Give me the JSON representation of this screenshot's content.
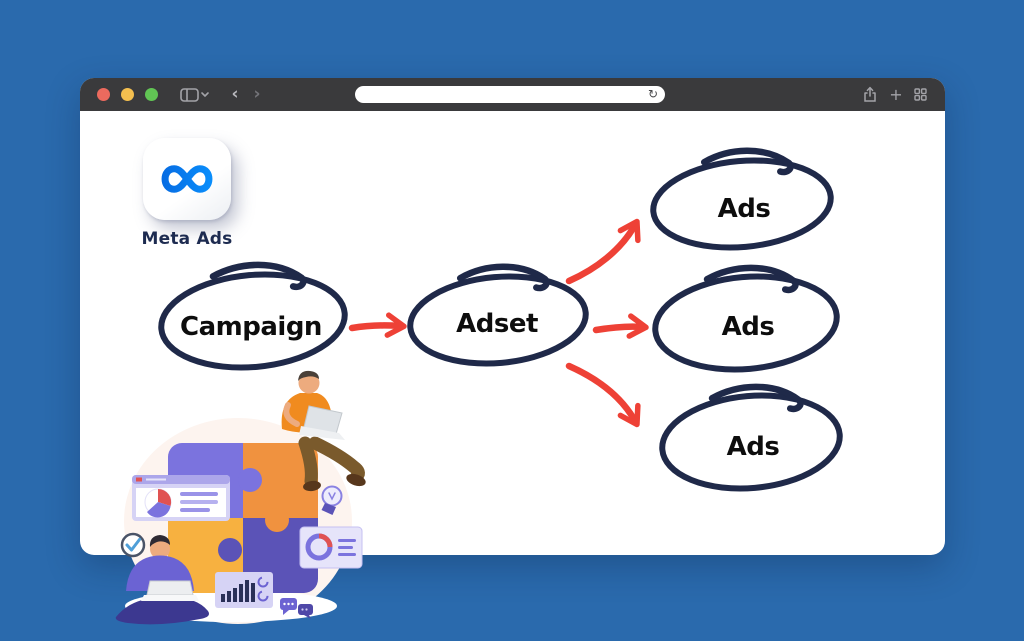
{
  "colors": {
    "page_background": "#2a6aad",
    "window_background": "#ffffff",
    "chrome_background": "#3a3a3c",
    "traffic_red": "#ec6a5e",
    "traffic_yellow": "#f4bf4f",
    "traffic_green": "#61c554",
    "oval_navy": "#1f2949",
    "arrow_red": "#ee4136",
    "meta_blue_start": "#0667df",
    "meta_blue_end": "#0a93ff",
    "logo_label_navy": "#1d2b50",
    "node_text_black": "#0d0d0d",
    "puzzle_purple": "#7b73de",
    "puzzle_orange": "#f0923f",
    "puzzle_yellow": "#f7b140",
    "puzzle_indigo": "#5b53b7"
  },
  "browser": {
    "traffic_lights": [
      {
        "name": "close"
      },
      {
        "name": "minimize"
      },
      {
        "name": "zoom"
      }
    ],
    "nav": {
      "back_glyph": "‹",
      "forward_glyph": "›"
    },
    "url_bar": {
      "value": "",
      "reload_glyph": "↻"
    },
    "actions": {
      "new_tab_glyph": "+"
    },
    "icons": [
      "sidebar-icon",
      "share-icon",
      "plus-icon",
      "tab-overview-grid-icon",
      "reload-icon",
      "meta-infinity-icon"
    ]
  },
  "logo": {
    "label": "Meta Ads"
  },
  "diagram": {
    "nodes": [
      {
        "id": "campaign",
        "label": "Campaign"
      },
      {
        "id": "adset",
        "label": "Adset"
      },
      {
        "id": "ads-1",
        "label": "Ads"
      },
      {
        "id": "ads-2",
        "label": "Ads"
      },
      {
        "id": "ads-3",
        "label": "Ads"
      }
    ],
    "edges": [
      {
        "from": "campaign",
        "to": "adset"
      },
      {
        "from": "adset",
        "to": "ads-1"
      },
      {
        "from": "adset",
        "to": "ads-2"
      },
      {
        "from": "adset",
        "to": "ads-3"
      }
    ]
  }
}
